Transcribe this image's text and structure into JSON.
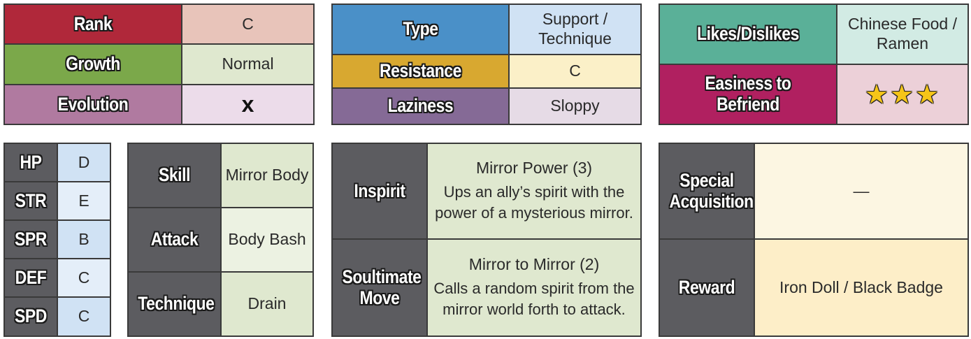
{
  "top_left": {
    "rank_label": "Rank",
    "rank_value": "C",
    "growth_label": "Growth",
    "growth_value": "Normal",
    "evolution_label": "Evolution",
    "evolution_value": "x"
  },
  "top_mid": {
    "type_label": "Type",
    "type_value": "Support / Technique",
    "resistance_label": "Resistance",
    "resistance_value": "C",
    "laziness_label": "Laziness",
    "laziness_value": "Sloppy"
  },
  "top_right": {
    "likes_label": "Likes/Dislikes",
    "likes_value": "Chinese Food / Ramen",
    "befriend_label": "Easiness to Befriend",
    "befriend_value": "★★★"
  },
  "stats": [
    {
      "label": "HP",
      "value": "D"
    },
    {
      "label": "STR",
      "value": "E"
    },
    {
      "label": "SPR",
      "value": "B"
    },
    {
      "label": "DEF",
      "value": "C"
    },
    {
      "label": "SPD",
      "value": "C"
    }
  ],
  "moves": {
    "skill_label": "Skill",
    "skill_value": "Mirror Body",
    "attack_label": "Attack",
    "attack_value": "Body Bash",
    "technique_label": "Technique",
    "technique_value": "Drain"
  },
  "abilities": {
    "inspirit_label": "Inspirit",
    "inspirit_name": "Mirror Power (3)",
    "inspirit_desc": "Ups an ally’s spirit with the power of a mysterious mirror.",
    "soultimate_label": "Soultimate Move",
    "soultimate_name": "Mirror to Mirror (2)",
    "soultimate_desc": "Calls a random spirit from the mirror world forth to attack."
  },
  "acquisition": {
    "special_label": "Special Acquisition",
    "special_value": "—",
    "reward_label": "Reward",
    "reward_value": "Iron Doll / Black Badge"
  },
  "colors": {
    "rank": "#b0283a",
    "rank_bg": "#e8c4ba",
    "growth": "#7ba84a",
    "growth_bg": "#dfe8cf",
    "evolution": "#b07aa0",
    "evolution_bg": "#ecdcea",
    "type": "#4a90c8",
    "type_bg": "#d0e2f4",
    "resistance": "#d8a830",
    "resistance_bg": "#fbf0c8",
    "laziness": "#856a96",
    "laziness_bg": "#e6dbe6",
    "likes": "#5ab098",
    "likes_bg": "#d2ebe4",
    "befriend": "#b02060",
    "befriend_bg": "#ecd0d8",
    "header_gray": "#5c5c60",
    "moves_bg": "#dfe8cf",
    "acq_bg_1": "#fcf6e2",
    "acq_bg_2": "#fdeec8"
  }
}
